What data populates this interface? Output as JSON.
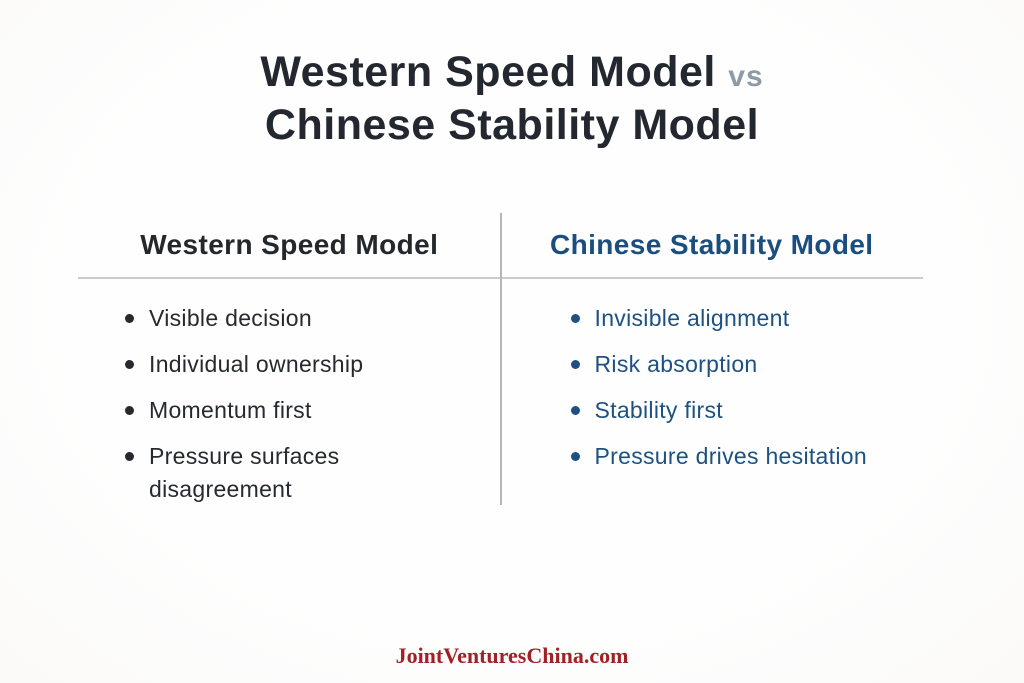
{
  "title": {
    "line1": "Western Speed Model",
    "vs": "vs",
    "line2": "Chinese Stability Model"
  },
  "comparison": {
    "left": {
      "header": "Western Speed Model",
      "items": [
        "Visible decision",
        "Individual ownership",
        "Momentum first",
        "Pressure surfaces disagreement"
      ]
    },
    "right": {
      "header": "Chinese Stability Model",
      "items": [
        "Invisible alignment",
        "Risk absorption",
        "Stability first",
        "Pressure drives hesitation"
      ]
    }
  },
  "footer": {
    "website": "JointVenturesChina.com"
  },
  "colors": {
    "background": "#fdfdfc",
    "title_text": "#232830",
    "vs_text": "#8d9aa8",
    "left_text": "#26292e",
    "right_text": "#1d5181",
    "divider": "#b4b7b9",
    "rule": "#c9cbcd",
    "footer_red": "#a32026"
  }
}
